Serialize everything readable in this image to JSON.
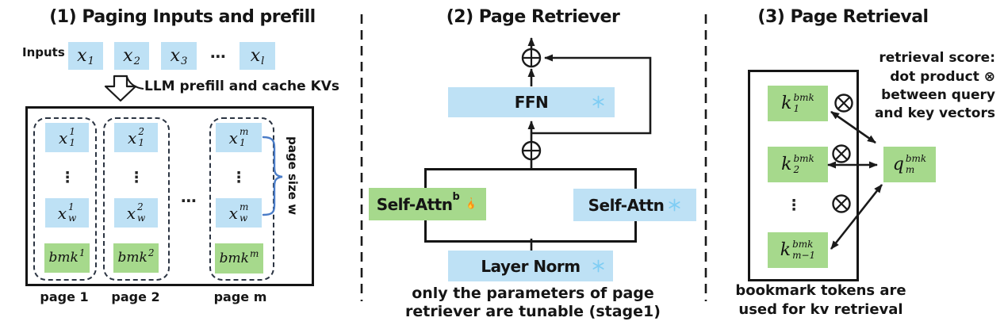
{
  "colors": {
    "blue": "#BEE1F5",
    "green": "#A6D98C",
    "brace": "#4a7cc7",
    "ink": "#1a1a1a"
  },
  "icons": {
    "frozen": "snowflake",
    "tunable": "flame",
    "add": "circle-plus",
    "dot_product": "circle-times"
  },
  "panel1": {
    "title": "(1) Paging Inputs and prefill",
    "inputs_label": "Inputs",
    "tokens": [
      {
        "base": "x",
        "sub": "1"
      },
      {
        "base": "x",
        "sub": "2"
      },
      {
        "base": "x",
        "sub": "3"
      },
      {
        "base": "x",
        "sub": "l"
      }
    ],
    "dots": "⋯",
    "prefill_label": "LLM prefill and cache KVs",
    "pages": [
      {
        "first": {
          "base": "x",
          "sup": "1",
          "sub": "1"
        },
        "vdots": "⋮",
        "last": {
          "base": "x",
          "sup": "1",
          "sub": "w"
        },
        "bmk": {
          "base": "bmk",
          "sup": "1"
        },
        "label": "page 1"
      },
      {
        "first": {
          "base": "x",
          "sup": "2",
          "sub": "1"
        },
        "vdots": "⋮",
        "last": {
          "base": "x",
          "sup": "2",
          "sub": "w"
        },
        "bmk": {
          "base": "bmk",
          "sup": "2"
        },
        "label": "page 2"
      },
      {
        "first": {
          "base": "x",
          "sup": "m",
          "sub": "1"
        },
        "vdots": "⋮",
        "last": {
          "base": "x",
          "sup": "m",
          "sub": "w"
        },
        "bmk": {
          "base": "bmk",
          "sup": "m"
        },
        "label": "page m"
      }
    ],
    "pages_dots": "⋯",
    "page_size_label": "page size w"
  },
  "panel2": {
    "title": "(2) Page Retriever",
    "ffn_label": "FFN",
    "attn_tunable": {
      "label": "Self-Attn",
      "sup": "b"
    },
    "attn_frozen_label": "Self-Attn",
    "layernorm_label": "Layer Norm",
    "caption_line1": "only the parameters of page",
    "caption_line2": "retriever are tunable (stage1)"
  },
  "panel3": {
    "title": "(3) Page Retrieval",
    "note_line1": "retrieval score:",
    "note_line2": "dot product ⊗",
    "note_line3": "between query",
    "note_line4": "and key vectors",
    "keys": [
      {
        "base": "k",
        "sup": "bmk",
        "sub": "1"
      },
      {
        "base": "k",
        "sup": "bmk",
        "sub": "2"
      },
      {
        "base": "k",
        "sup": "bmk",
        "sub": "m−1"
      }
    ],
    "vdots": "⋮",
    "query": {
      "base": "q",
      "sup": "bmk",
      "sub": "m"
    },
    "caption_line1": "bookmark tokens are",
    "caption_line2": "used for kv retrieval"
  }
}
